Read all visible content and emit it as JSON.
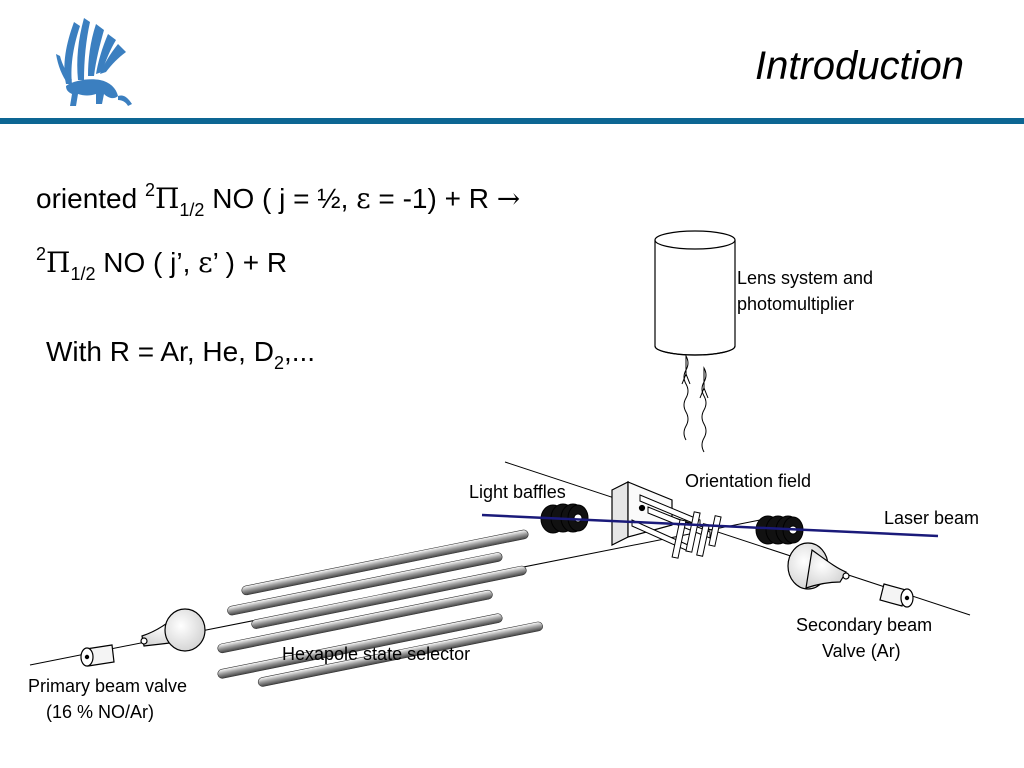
{
  "slide": {
    "title": "Introduction",
    "logo_icon": "griffin-logo-icon",
    "accent_color": "#0d6693"
  },
  "equation_line1": {
    "word": "oriented ",
    "sup": "2",
    "pi": "Π",
    "sub": "1/2",
    "rest": " NO ( j = ½, ",
    "epsilon": "ε",
    "rest2": " = -1)  + R ",
    "arrow": "→"
  },
  "equation_line2": {
    "sup": "2",
    "pi": "Π",
    "sub": "1/2",
    "rest": " NO ( j’, ",
    "epsilon": "ε",
    "rest2": "’ )  + R"
  },
  "with_line": {
    "text": "With R = Ar, He, D",
    "sub": "2",
    "tail": ",..."
  },
  "diagram": {
    "labels": {
      "lens_line1": "Lens system  and",
      "lens_line2": "photomultiplier",
      "orientation_field": "Orientation field",
      "light_baffles": "Light baffles",
      "laser_beam": "Laser beam",
      "secondary_line1": "Secondary beam",
      "secondary_line2": "Valve (Ar)",
      "hexapole": "Hexapole state selector",
      "primary_line1": "Primary beam valve",
      "primary_line2": "(16 % NO/Ar)"
    },
    "laser_color": "#1a1a7a"
  }
}
